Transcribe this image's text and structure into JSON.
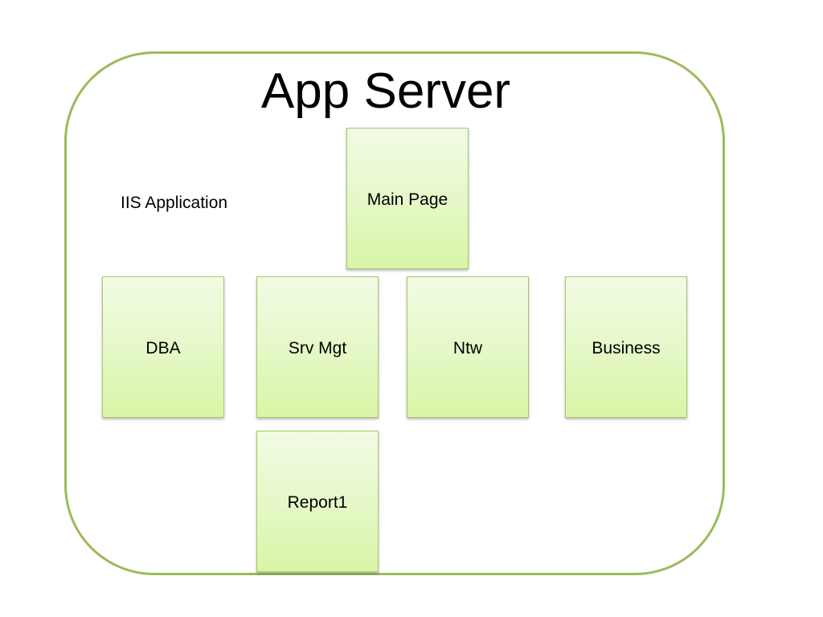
{
  "diagram": {
    "title": "App Server",
    "group_label": "IIS Application",
    "nodes": [
      {
        "label": "Main Page"
      },
      {
        "label": "DBA"
      },
      {
        "label": "Srv Mgt"
      },
      {
        "label": "Ntw"
      },
      {
        "label": "Business"
      },
      {
        "label": "Report1"
      }
    ]
  },
  "colors": {
    "container_border": "#9bbb59",
    "box_fill_top": "#f1fbe4",
    "box_fill_bottom": "#d9f5a6",
    "box_border": "#a6c96a",
    "text": "#000000"
  }
}
